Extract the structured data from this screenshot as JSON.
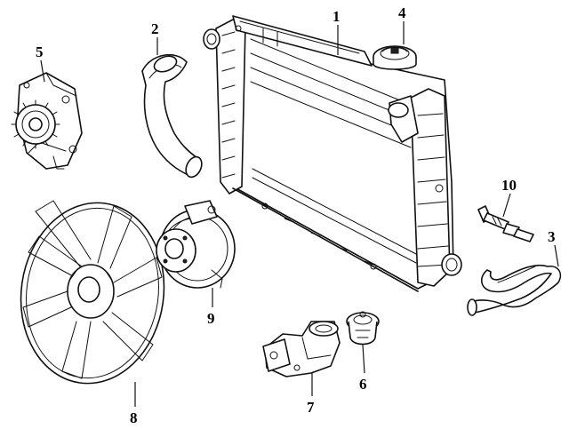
{
  "diagram": {
    "callouts": [
      {
        "id": "1",
        "label": "1"
      },
      {
        "id": "2",
        "label": "2"
      },
      {
        "id": "3",
        "label": "3"
      },
      {
        "id": "4",
        "label": "4"
      },
      {
        "id": "5",
        "label": "5"
      },
      {
        "id": "6",
        "label": "6"
      },
      {
        "id": "7",
        "label": "7"
      },
      {
        "id": "8",
        "label": "8"
      },
      {
        "id": "9",
        "label": "9"
      },
      {
        "id": "10",
        "label": "10"
      }
    ],
    "parts": [
      {
        "callout": "1",
        "icon": "radiator-icon"
      },
      {
        "callout": "2",
        "icon": "upper-hose-icon"
      },
      {
        "callout": "3",
        "icon": "lower-hose-icon"
      },
      {
        "callout": "4",
        "icon": "radiator-cap-icon"
      },
      {
        "callout": "5",
        "icon": "water-pump-icon"
      },
      {
        "callout": "6",
        "icon": "thermostat-icon"
      },
      {
        "callout": "7",
        "icon": "thermostat-housing-icon"
      },
      {
        "callout": "8",
        "icon": "fan-blade-icon"
      },
      {
        "callout": "9",
        "icon": "fan-clutch-icon"
      },
      {
        "callout": "10",
        "icon": "temperature-sensor-icon"
      }
    ]
  }
}
